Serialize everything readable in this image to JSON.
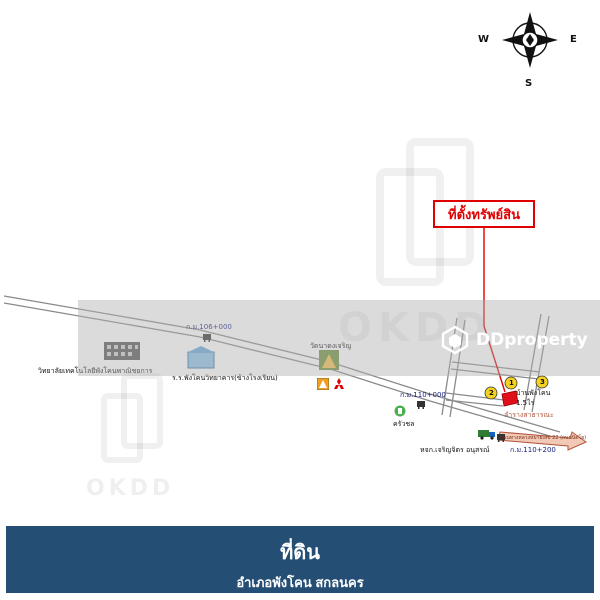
{
  "compass": {
    "w": "W",
    "e": "E",
    "s": "S",
    "icon": "compass-rose-icon"
  },
  "watermarks": {
    "okdd_small": "OKDD",
    "okdd_large": "OKDD"
  },
  "listing_logo": {
    "text": "DDproperty",
    "icon": "ddproperty-logo-icon"
  },
  "callout_label": "ที่ตั้งทรัพย์สิน",
  "labels": {
    "km_106": "ก.ม.106+000",
    "km_110": "ก.ม.110+000",
    "km_110_200": "ก.ม.110+200",
    "college": "วิทยาลัยเทคโนโลยีพังโคนพาณิชยการ",
    "school": "ร.ร.พังโคนวิทยาคาร(ข้างโรงเรียน)",
    "temple": "วัดนาดงเจริญ",
    "krua": "ครัวชล",
    "shop": "หจก.เจริญจิตร อนุสรณ์",
    "thai_label": "ลำรางสาธารณะ",
    "road_label": "ถนนทางหลวงหมายเลข 22 (ถนนนิตโย)",
    "plot_code": "1.5ไร่",
    "place_name": "บ้านพังโคน",
    "num1": "1",
    "num2": "2",
    "num3": "3"
  },
  "footer": {
    "title": "ที่ดิน",
    "subtitle": "อำเภอพังโคน สกลนคร"
  },
  "colors": {
    "footer_bg": "#254e74",
    "callout": "#e00000",
    "road": "#8a8a8a",
    "marker_yellow": "#f4d21f",
    "plot_red": "#e0101a"
  }
}
